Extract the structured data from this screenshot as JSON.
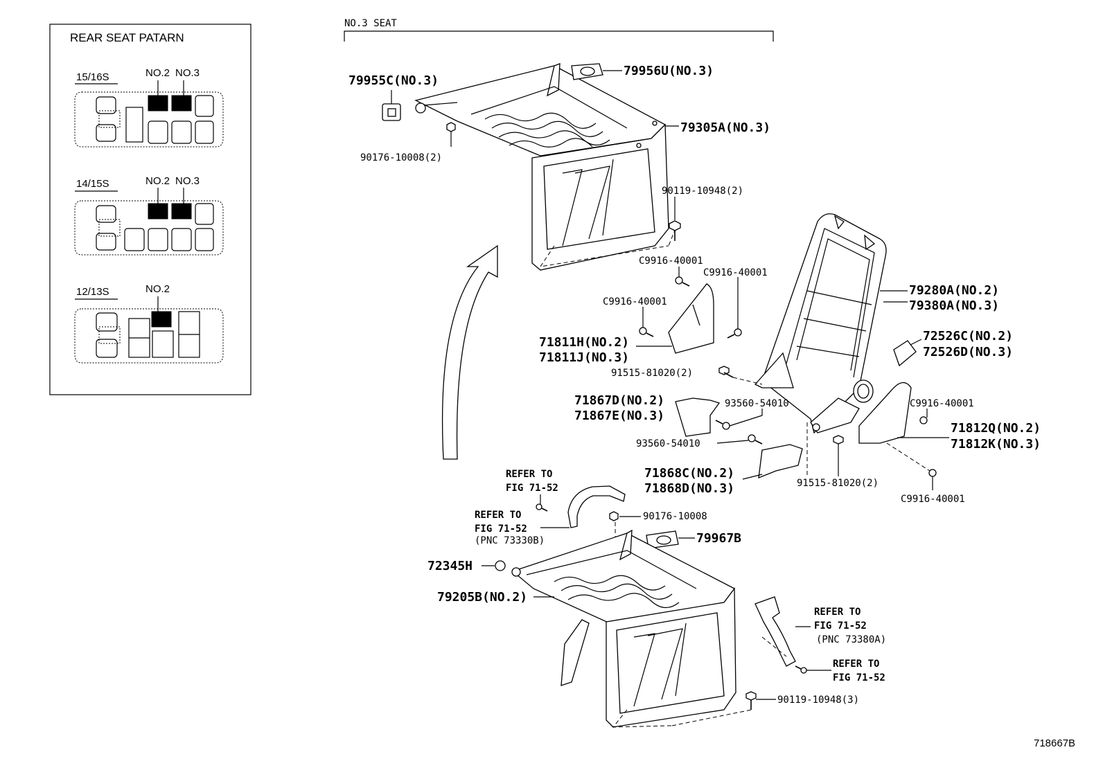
{
  "pattern_box": {
    "title": "REAR SEAT PATARN",
    "rows": [
      {
        "label": "15/16S",
        "seat_labels": [
          "NO.2",
          "NO.3"
        ]
      },
      {
        "label": "14/15S",
        "seat_labels": [
          "NO.2",
          "NO.3"
        ]
      },
      {
        "label": "12/13S",
        "seat_labels": [
          "NO.2"
        ]
      }
    ]
  },
  "section_title": "NO.3 SEAT",
  "callouts": {
    "p79955c": "79955C(NO.3)",
    "p79956u": "79956U(NO.3)",
    "p79305a": "79305A(NO.3)",
    "p90176_2": "90176-10008(2)",
    "p90119_2": "90119-10948(2)",
    "c9916_a": "C9916-40001",
    "c9916_b": "C9916-40001",
    "c9916_c": "C9916-40001",
    "c9916_d": "C9916-40001",
    "c9916_e": "C9916-40001",
    "p79280a": "79280A(NO.2)",
    "p79380a": "79380A(NO.3)",
    "p72526c": "72526C(NO.2)",
    "p72526d": "72526D(NO.3)",
    "p71811h": "71811H(NO.2)",
    "p71811j": "71811J(NO.3)",
    "p91515_a": "91515-81020(2)",
    "p91515_b": "91515-81020(2)",
    "p71867d": "71867D(NO.2)",
    "p71867e": "71867E(NO.3)",
    "p93560_a": "93560-54010",
    "p93560_b": "93560-54010",
    "p71812q": "71812Q(NO.2)",
    "p71812k": "71812K(NO.3)",
    "p71868c": "71868C(NO.2)",
    "p71868d": "71868D(NO.3)",
    "p90176": "90176-10008",
    "p79967b": "79967B",
    "p72345h": "72345H",
    "p79205b": "79205B(NO.2)",
    "p90119_3": "90119-10948(3)"
  },
  "references": {
    "ref1_line1": "REFER TO",
    "ref1_line2": "FIG 71-52",
    "ref2_line1": "REFER TO",
    "ref2_line2": "FIG 71-52",
    "ref2_line3": "(PNC 73330B)",
    "ref3_line1": "REFER TO",
    "ref3_line2": "FIG 71-52",
    "ref3_line3": "(PNC 73380A)",
    "ref4_line1": "REFER TO",
    "ref4_line2": "FIG 71-52"
  },
  "figure_id": "718667B"
}
